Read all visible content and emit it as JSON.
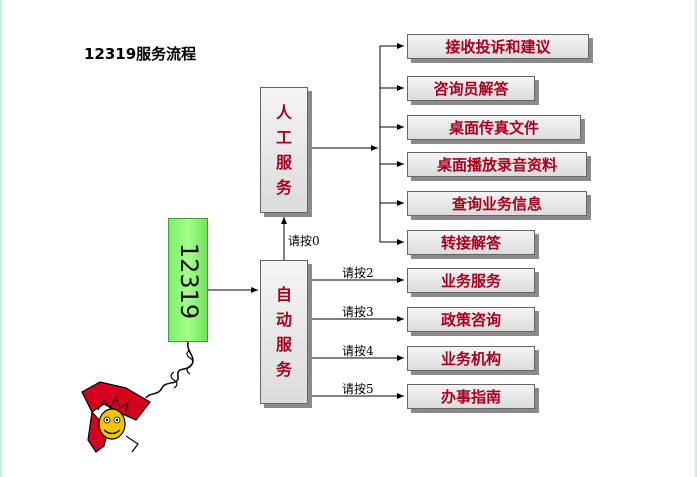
{
  "title": "12319服务流程",
  "hotline": "12319",
  "manual_service": [
    "人",
    "工",
    "服",
    "务"
  ],
  "auto_service": [
    "自",
    "动",
    "服",
    "务"
  ],
  "manual_key": "请按0",
  "manual_options": [
    "接收投诉和建议",
    "咨询员解答",
    "桌面传真文件",
    "桌面播放录音资料",
    "查询业务信息",
    "转接解答"
  ],
  "auto_options": [
    {
      "key": "请按2",
      "label": "业务服务"
    },
    {
      "key": "请按3",
      "label": "政策咨询"
    },
    {
      "key": "请按4",
      "label": "业务机构"
    },
    {
      "key": "请按5",
      "label": "办事指南"
    }
  ],
  "colors": {
    "box_text": "#a8001c",
    "hotline_fill": "#8cf77a"
  },
  "icons": [
    "telephone-handset-icon"
  ]
}
